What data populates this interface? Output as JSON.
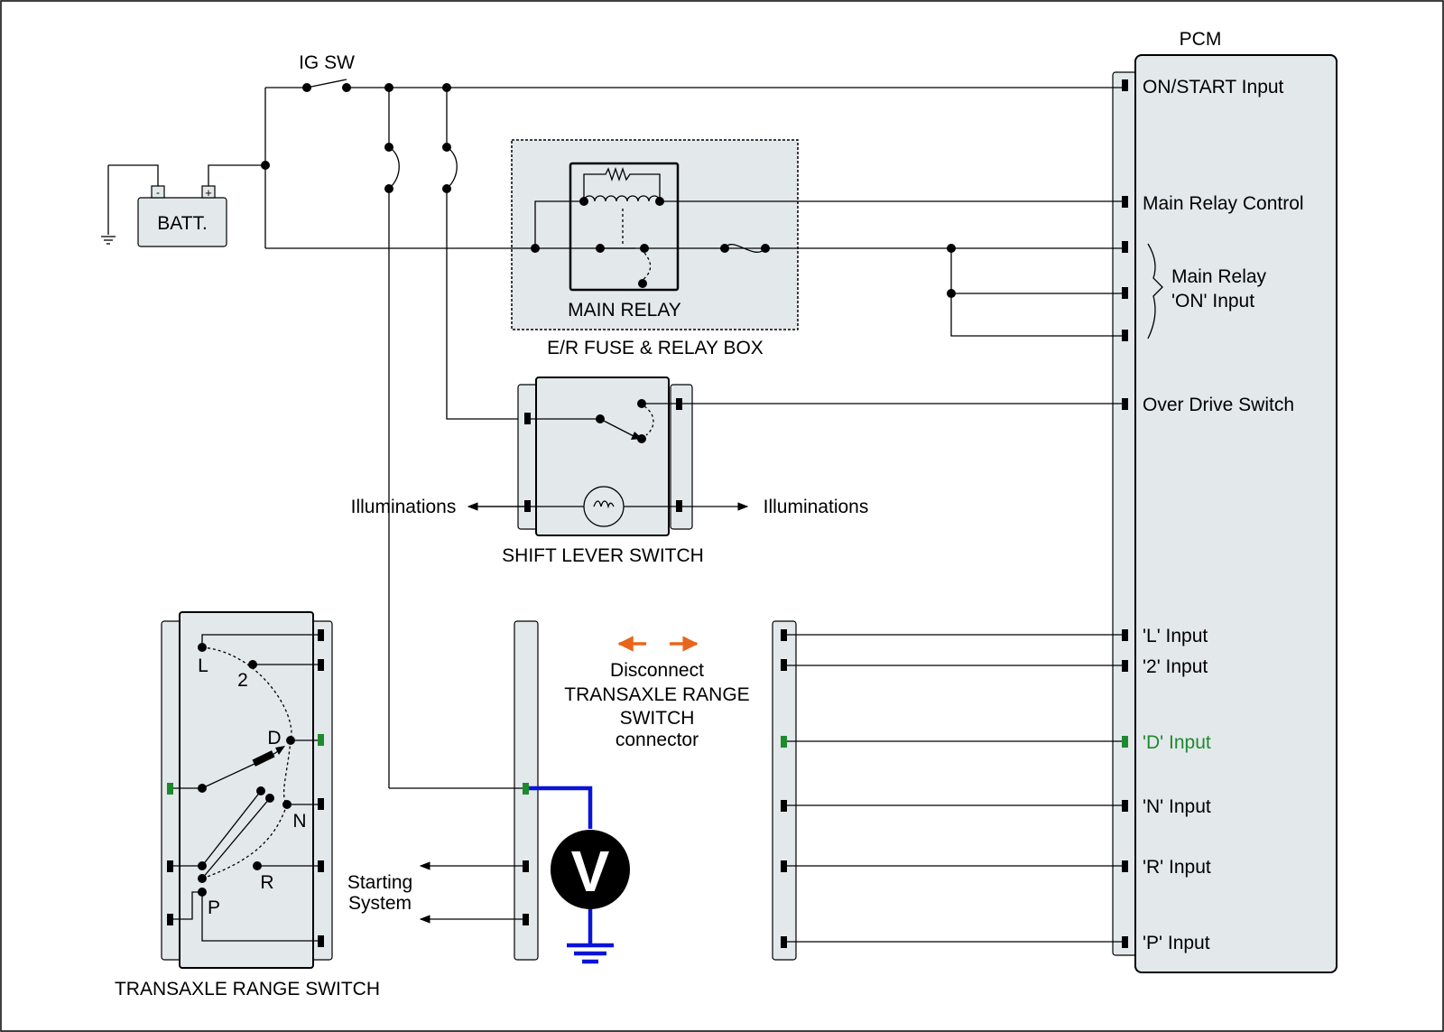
{
  "labels": {
    "pcm": "PCM",
    "ig_sw": "IG SW",
    "batt": "BATT.",
    "batt_minus": "-",
    "batt_plus": "+",
    "main_relay": "MAIN RELAY",
    "fuse_box": "E/R FUSE & RELAY BOX",
    "shift_lever_switch": "SHIFT LEVER SWITCH",
    "illum_left": "Illuminations",
    "illum_right": "Illuminations",
    "transaxle_switch": "TRANSAXLE RANGE SWITCH",
    "starting_1": "Starting",
    "starting_2": "System",
    "voltmeter": "V",
    "disconnect": [
      "Disconnect",
      "TRANSAXLE RANGE",
      "SWITCH",
      "connector"
    ]
  },
  "range_positions": [
    "L",
    "2",
    "D",
    "N",
    "R",
    "P"
  ],
  "pcm_pins": [
    {
      "key": "on_start",
      "label": "ON/START Input"
    },
    {
      "key": "main_relay_control",
      "label": "Main Relay Control"
    },
    {
      "key": "main_relay_on",
      "label": [
        "Main Relay",
        "'ON' Input"
      ]
    },
    {
      "key": "over_drive",
      "label": "Over Drive Switch"
    },
    {
      "key": "l_input",
      "label": "'L' Input"
    },
    {
      "key": "two_input",
      "label": "'2' Input"
    },
    {
      "key": "d_input",
      "label": "'D' Input"
    },
    {
      "key": "n_input",
      "label": "'N' Input"
    },
    {
      "key": "r_input",
      "label": "'R' Input"
    },
    {
      "key": "p_input",
      "label": "'P' Input"
    }
  ],
  "colors": {
    "highlight_green": "#1e8a2e",
    "meter_lead_blue": "#0a14d8",
    "disconnect_arrow": "#e8661c",
    "component_fill": "#e3e8ea"
  }
}
